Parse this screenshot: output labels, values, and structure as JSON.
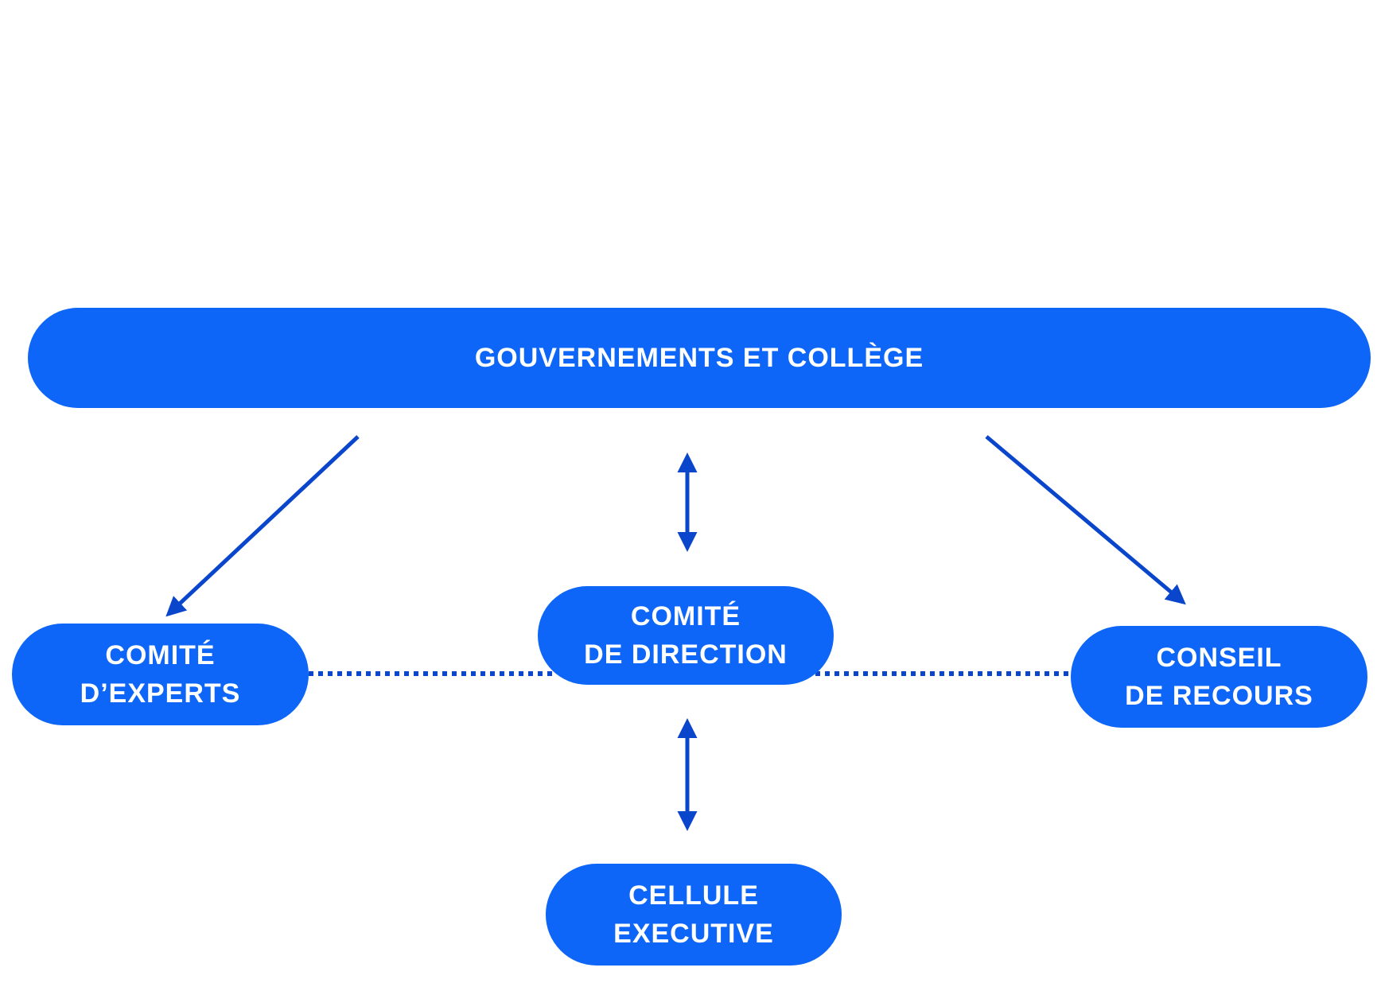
{
  "diagram": {
    "colors": {
      "node_fill": "#0d66f7",
      "node_text": "#ffffff",
      "connector": "#0a46cc"
    },
    "nodes": {
      "top": {
        "lines": [
          "GOUVERNEMENTS ET COLLÈGE"
        ]
      },
      "experts": {
        "lines": [
          "COMITÉ",
          "D’EXPERTS"
        ]
      },
      "direction": {
        "lines": [
          "COMITÉ",
          "DE DIRECTION"
        ]
      },
      "recours": {
        "lines": [
          "CONSEIL",
          "DE RECOURS"
        ]
      },
      "cellule": {
        "lines": [
          "CELLULE",
          "EXECUTIVE"
        ]
      }
    },
    "edges": [
      {
        "from": "top",
        "to": "experts",
        "style": "solid",
        "arrow": "end"
      },
      {
        "from": "top",
        "to": "direction",
        "style": "solid",
        "arrow": "both"
      },
      {
        "from": "top",
        "to": "recours",
        "style": "solid",
        "arrow": "end"
      },
      {
        "from": "direction",
        "to": "cellule",
        "style": "solid",
        "arrow": "both"
      },
      {
        "from": "experts",
        "to": "direction",
        "style": "dotted",
        "arrow": "none"
      },
      {
        "from": "direction",
        "to": "recours",
        "style": "dotted",
        "arrow": "none"
      }
    ]
  }
}
